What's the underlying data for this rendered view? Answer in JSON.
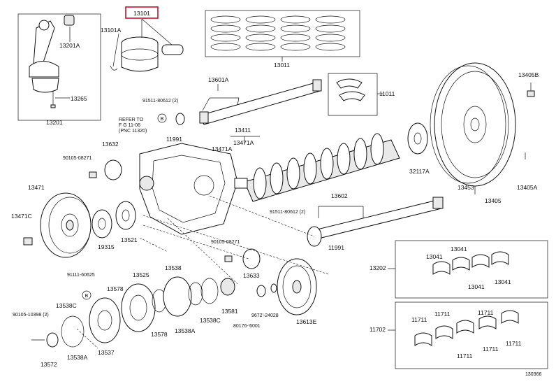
{
  "highlight_color": "#c0142a",
  "labels": {
    "p13101": "13101",
    "p13101A": "13101A",
    "p13201A": "13201A",
    "p13265": "13265",
    "p13201": "13201",
    "p13011": "13011",
    "p13601A": "13601A",
    "p91511a": "91511-80612 (2)",
    "p11011": "11011",
    "p13405B": "13405B",
    "refer1": "REFER TO",
    "refer2": "F G 11-06",
    "refer3": "(PNC 11320)",
    "p11991a": "11991",
    "p13411": "13411",
    "p13471Aa": "13471A",
    "p13471Ab": "13471A",
    "p13632": "13632",
    "p90105a": "90105-08271",
    "p32117A": "32117A",
    "p13471": "13471",
    "p13453": "13453",
    "p13405A": "13405A",
    "p13405": "13405",
    "p13602": "13602",
    "p91511b": "91511-80612 (2)",
    "p13471C": "13471C",
    "p19315": "19315",
    "p13521": "13521",
    "p11991b": "11991",
    "p90105b": "90105-08271",
    "p13202": "13202",
    "p13041a": "13041",
    "p13041b": "13041",
    "p13041c": "13041",
    "p13041d": "13041",
    "p13633": "13633",
    "p91111": "91111-60625",
    "p13538": "13538",
    "p13525": "13525",
    "p13578": "13578",
    "p90105c": "90105-10398 (2)",
    "p13538C1": "13538C",
    "p13581": "13581",
    "p13538C2": "13538C",
    "p13613E": "13613E",
    "p9672": "9672'-24028",
    "p80176": "80176-'6001",
    "p13578b": "13578",
    "p13538A1": "13538A",
    "p11702": "11702",
    "p11711a": "11711",
    "p11711b": "11711",
    "p11711c": "11711",
    "p11711d": "11711",
    "p11711e": "11711",
    "p11711f": "11711",
    "p13572": "13572",
    "p13538A2": "13538A",
    "p13537": "13537",
    "circB1": "B",
    "circB2": "B",
    "diagram_id": "130366"
  }
}
